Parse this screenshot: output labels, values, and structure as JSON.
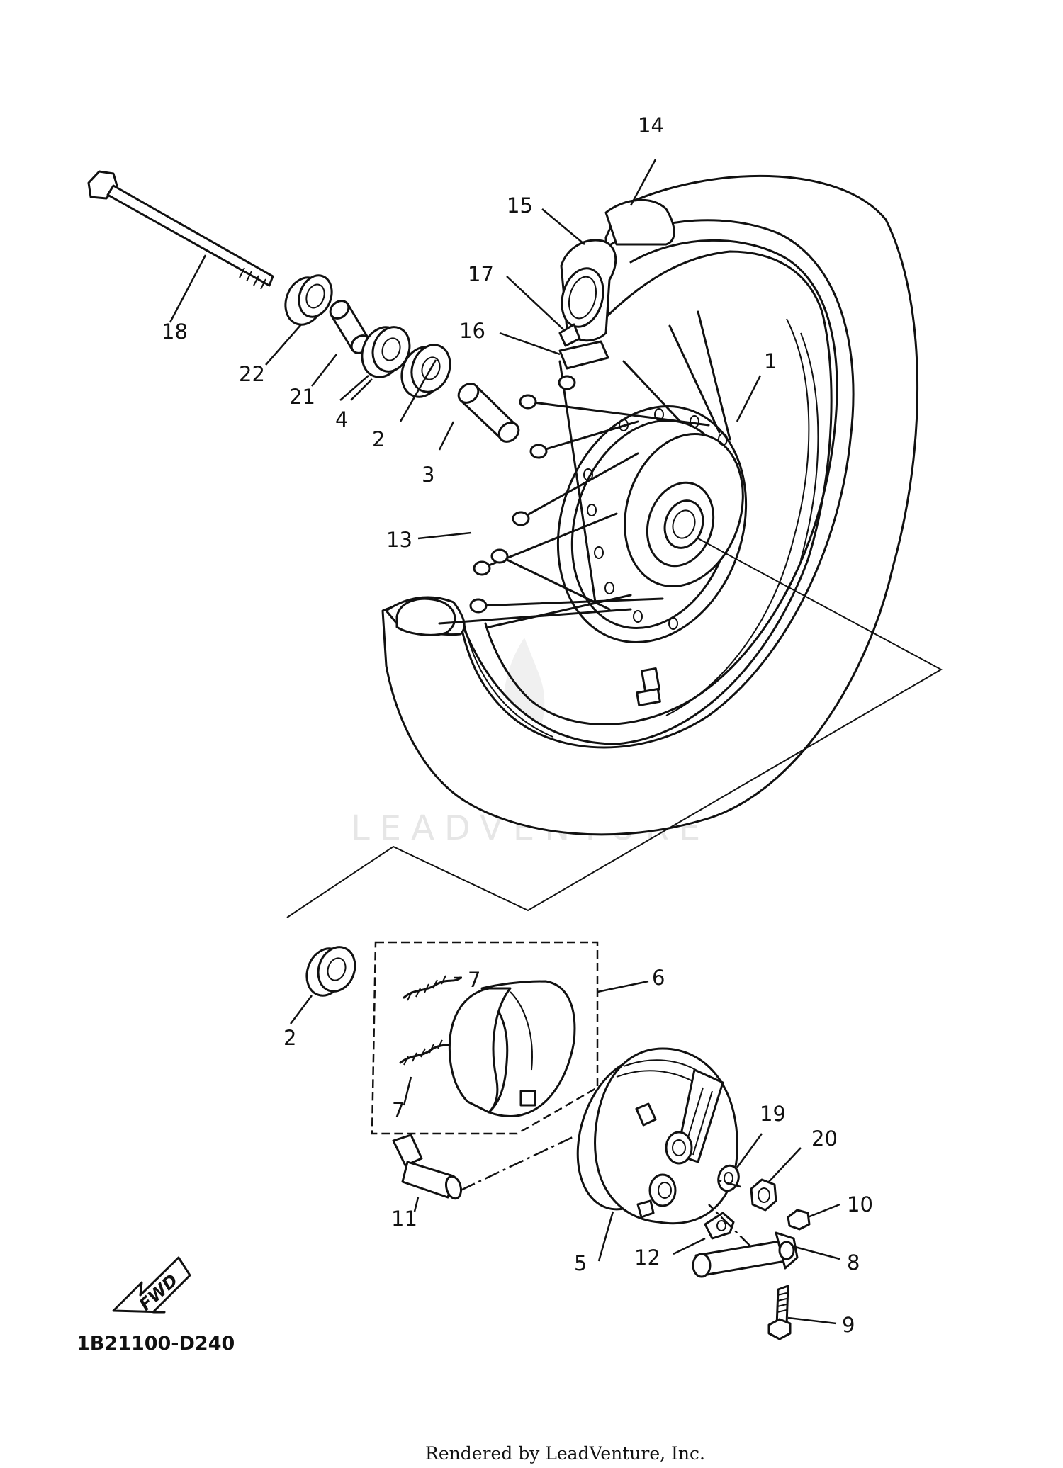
{
  "diagram": {
    "diagram_code": "1B21100-D240",
    "watermark": "LEADVENTURE",
    "footer": "Rendered by LeadVenture, Inc.",
    "fwd_label": "FWD",
    "callouts": {
      "c1": "1",
      "c2a": "2",
      "c2b": "2",
      "c3": "3",
      "c4": "4",
      "c5": "5",
      "c6": "6",
      "c7a": "7",
      "c7b": "7",
      "c8": "8",
      "c9": "9",
      "c10": "10",
      "c11": "11",
      "c12": "12",
      "c13": "13",
      "c14": "14",
      "c15": "15",
      "c16": "16",
      "c17": "17",
      "c18": "18",
      "c19": "19",
      "c20": "20",
      "c21": "21",
      "c22": "22"
    }
  }
}
